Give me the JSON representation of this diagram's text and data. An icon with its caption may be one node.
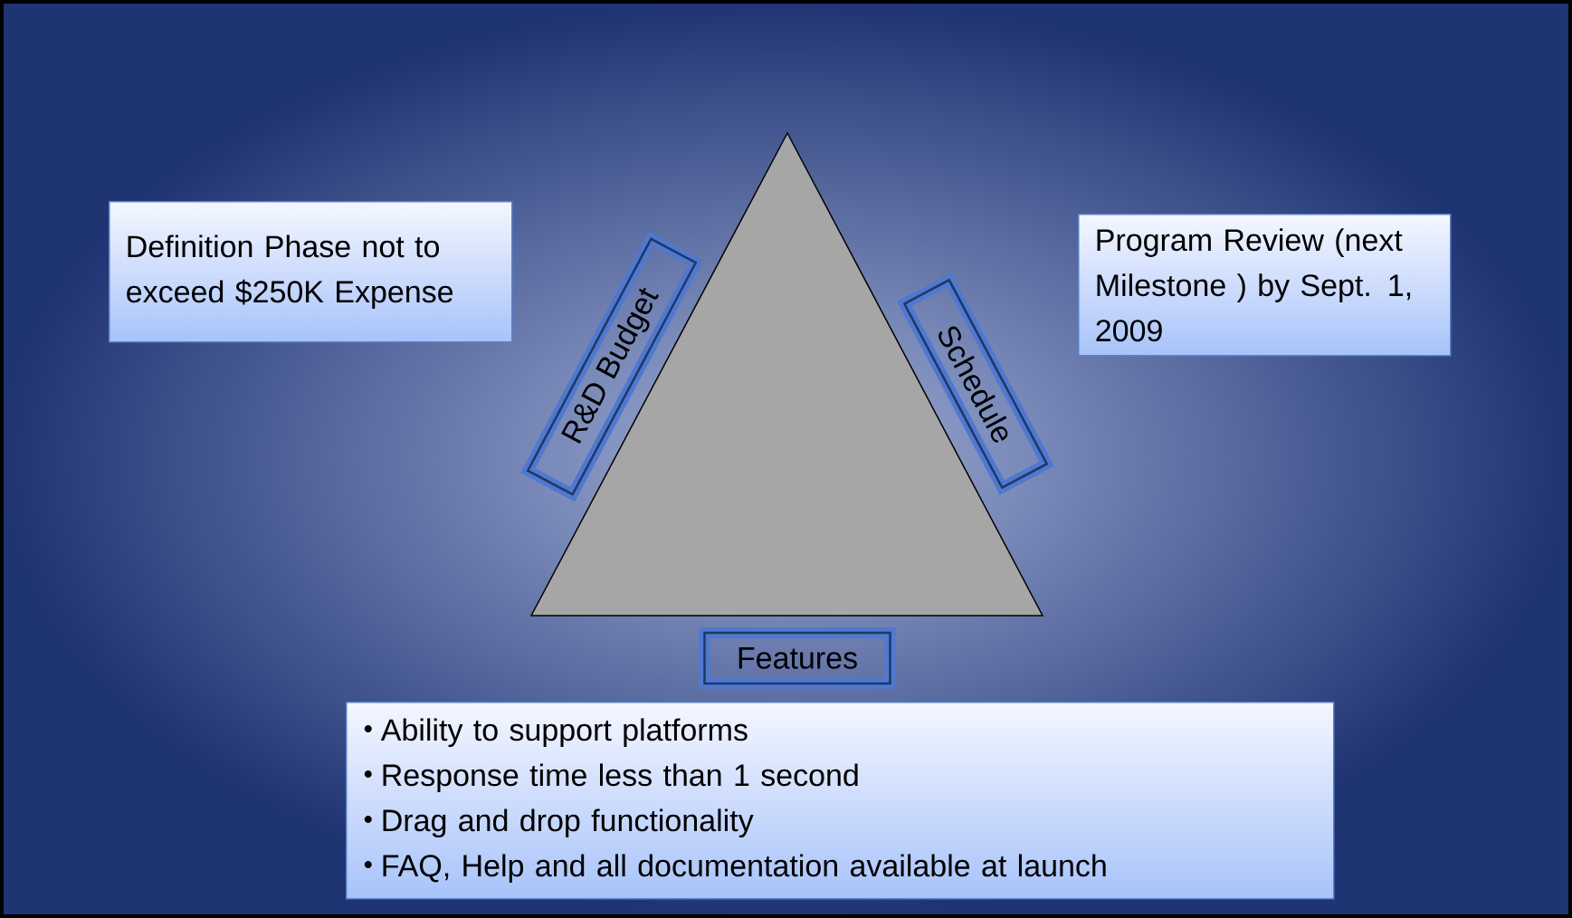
{
  "diagram": {
    "nodes": [
      {
        "text": [],
        "shape": "triangle"
      },
      {
        "text": [
          "R&D Budget"
        ]
      },
      {
        "text": [
          "Schedule"
        ]
      },
      {
        "text": [
          "Features"
        ]
      },
      {
        "text": [
          "Definition Phase not to exceed $250K Expense"
        ]
      },
      {
        "text": [
          "Program Review (next Milestone ) by Sept. 1, 2009"
        ]
      },
      {
        "text": [
          "Ability to support platforms",
          "Response time less than 1 second",
          "Drag and drop functionality",
          "FAQ, Help and all documentation available at launch"
        ]
      }
    ],
    "edges": []
  }
}
